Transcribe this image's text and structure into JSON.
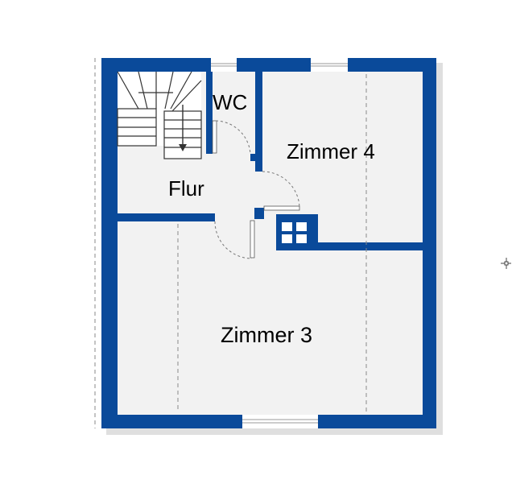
{
  "plan": {
    "colors": {
      "wall": "#0a4a9a",
      "floor": "#f2f2f2",
      "background": "#ffffff",
      "window": "#ffffff",
      "door_swing": "#777777",
      "stair_line": "#333333",
      "text": "#000000"
    },
    "rooms": [
      {
        "id": "wc",
        "label": "WC"
      },
      {
        "id": "zimmer4",
        "label": "Zimmer 4"
      },
      {
        "id": "flur",
        "label": "Flur"
      },
      {
        "id": "zimmer3",
        "label": "Zimmer 3"
      }
    ],
    "icons": [
      "staircase-icon",
      "door-swing-icon",
      "window-icon",
      "chimney-shaft-icon",
      "crosshair-cursor-icon"
    ]
  }
}
